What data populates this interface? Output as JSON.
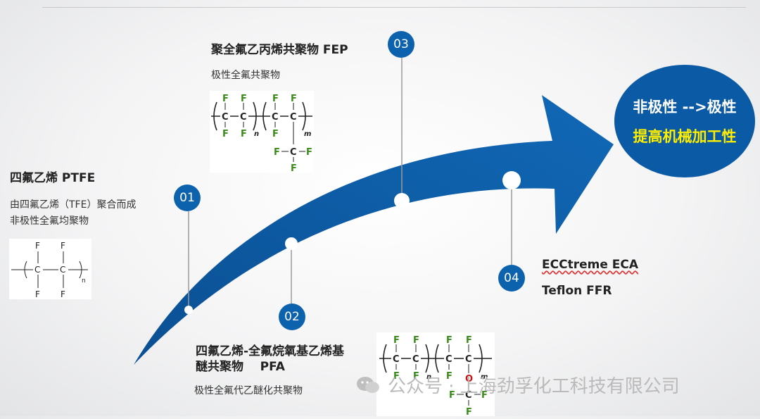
{
  "ptfe": {
    "badge": "01",
    "title": "四氟乙烯 PTFE",
    "desc1": "由四氟乙烯（TFE）聚合而成",
    "desc2": "非极性全氟均聚物"
  },
  "pfa": {
    "badge": "02",
    "title1": "四氟乙烯-全氟烷氧基乙烯基",
    "title2": "醚共聚物    PFA",
    "desc": "极性全氟代乙醚化共聚物"
  },
  "fep": {
    "badge": "03",
    "title": "聚全氟乙丙烯共聚物   FEP",
    "desc": "极性全氟共聚物"
  },
  "products": {
    "badge": "04",
    "item1": "ECCtreme ECA",
    "item2": "Teflon FFR"
  },
  "goal": {
    "line1": "非极性 -->极性",
    "line2": "提高机械加工性"
  },
  "watermark": {
    "text": "公众号 · 上海劲孚化工科技有限公司"
  },
  "chem_labels": {
    "C": "C",
    "F": "F",
    "O": "O",
    "n": "n",
    "m": "m"
  },
  "colors": {
    "arrow": "#0d62ae",
    "fluorine": "#3a8a1a",
    "oxygen": "#cc1111",
    "goal_highlight": "#ffee00"
  }
}
